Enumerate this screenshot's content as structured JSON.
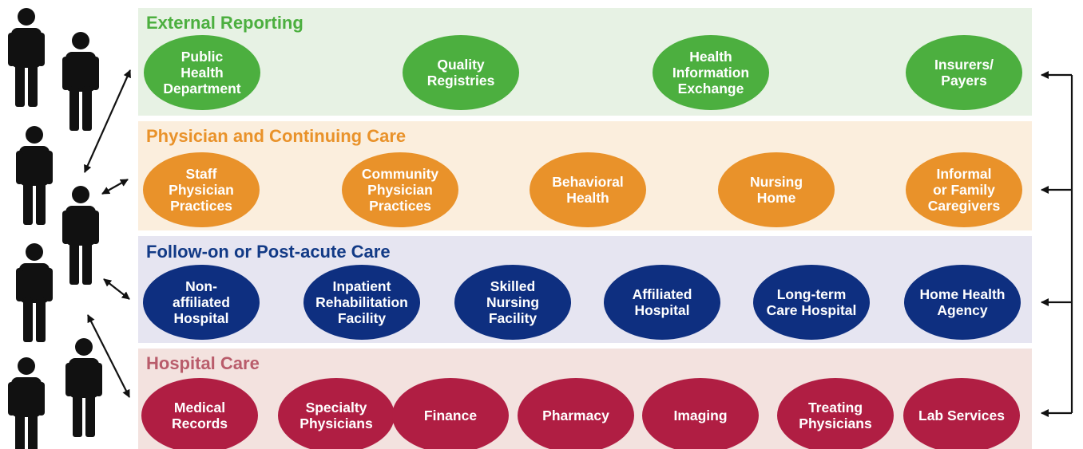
{
  "bands": [
    {
      "id": "external-reporting",
      "title": "External Reporting",
      "bg": "#e7f2e4",
      "title_color": "#4caf3f",
      "node_color": "#4caf3f",
      "nodes": [
        {
          "lines": [
            "Public",
            "Health",
            "Department"
          ]
        },
        {
          "lines": [
            "Quality",
            "Registries"
          ]
        },
        {
          "lines": [
            "Health",
            "Information",
            "Exchange"
          ]
        },
        {
          "lines": [
            "Insurers/",
            "Payers"
          ]
        }
      ]
    },
    {
      "id": "physician-continuing-care",
      "title": "Physician and Continuing Care",
      "bg": "#fbeedd",
      "title_color": "#e9922a",
      "node_color": "#e9922a",
      "nodes": [
        {
          "lines": [
            "Staff",
            "Physician",
            "Practices"
          ]
        },
        {
          "lines": [
            "Community",
            "Physician",
            "Practices"
          ]
        },
        {
          "lines": [
            "Behavioral",
            "Health"
          ]
        },
        {
          "lines": [
            "Nursing",
            "Home"
          ]
        },
        {
          "lines": [
            "Informal",
            "or Family",
            "Caregivers"
          ]
        }
      ]
    },
    {
      "id": "follow-on-post-acute-care",
      "title": "Follow-on or Post-acute Care",
      "bg": "#e6e5f1",
      "title_color": "#123a86",
      "node_color": "#0e2f80",
      "nodes": [
        {
          "lines": [
            "Non-",
            "affiliated",
            "Hospital"
          ]
        },
        {
          "lines": [
            "Inpatient",
            "Rehabilitation",
            "Facility"
          ]
        },
        {
          "lines": [
            "Skilled",
            "Nursing",
            "Facility"
          ]
        },
        {
          "lines": [
            "Affiliated",
            "Hospital"
          ]
        },
        {
          "lines": [
            "Long-term",
            "Care Hospital"
          ]
        },
        {
          "lines": [
            "Home Health",
            "Agency"
          ]
        }
      ]
    },
    {
      "id": "hospital-care",
      "title": "Hospital Care",
      "bg": "#f3e2df",
      "title_color": "#b95c6b",
      "node_color": "#b01e43",
      "nodes": [
        {
          "lines": [
            "Medical",
            "Records"
          ]
        },
        {
          "lines": [
            "Specialty",
            "Physicians"
          ]
        },
        {
          "lines": [
            "Finance"
          ]
        },
        {
          "lines": [
            "Pharmacy"
          ]
        },
        {
          "lines": [
            "Imaging"
          ]
        },
        {
          "lines": [
            "Treating",
            "Physicians"
          ]
        },
        {
          "lines": [
            "Lab Services"
          ]
        }
      ]
    }
  ],
  "people_color": "#111111",
  "arrow_color": "#111111"
}
